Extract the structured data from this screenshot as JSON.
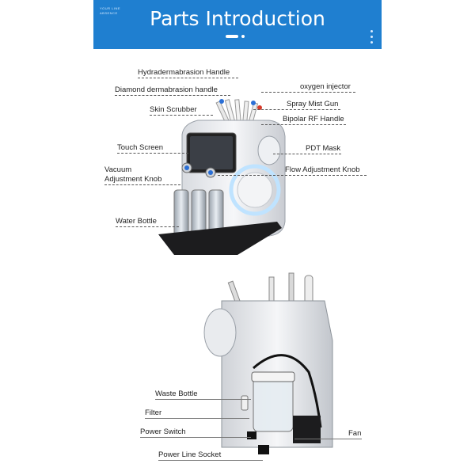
{
  "banner": {
    "title": "Parts Introduction",
    "small_line_1": "YOUR LINE",
    "small_line_2": "ABSENCE",
    "color": "#1f7fd0"
  },
  "top_machine": {
    "labels": {
      "hydra_handle": "Hydradermabrasion Handle",
      "diamond_handle": "Diamond dermabrasion handle",
      "skin_scrubber": "Skin Scrubber",
      "touch_screen": "Touch Screen",
      "vacuum_knob_line1": "Vacuum",
      "vacuum_knob_line2": "Adjustment Knob",
      "water_bottle": "Water Bottle",
      "oxygen_injector": "oxygen injector",
      "spray_mist": "Spray Mist Gun",
      "bipolar_rf": "Bipolar RF Handle",
      "pdt_mask": "PDT Mask",
      "flow_knob": "Flow Adjustment Knob"
    }
  },
  "bottom_machine": {
    "labels": {
      "waste_bottle": "Waste Bottle",
      "filter": "Filter",
      "power_switch": "Power Switch",
      "power_socket": "Power Line Socket",
      "fan": "Fan"
    }
  }
}
